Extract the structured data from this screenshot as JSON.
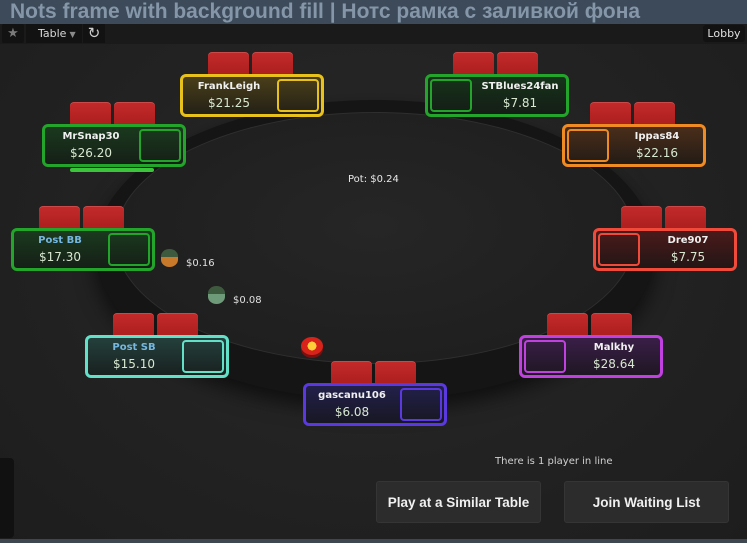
{
  "banner": {
    "text": "Nots frame with background fill | Нотс рамка с заливкой фона"
  },
  "toolbar": {
    "favorite_icon": "star-icon",
    "table_menu_label": "Table",
    "table_menu_caret": "▼",
    "refresh_icon": "↻",
    "star_glyph": "★",
    "lobby_label": "Lobby"
  },
  "pot": {
    "label": "Pot: $0.24"
  },
  "seats": [
    {
      "id": "frankleigh",
      "name": "FrankLeigh",
      "stack": "$21.25",
      "frame_color": "#e8c21a",
      "fill": "#4a3f1a",
      "slot_side": "right"
    },
    {
      "id": "stblues24fan",
      "name": "STBlues24fan",
      "stack": "$7.81",
      "frame_color": "#22a52a",
      "fill": "#16331a",
      "slot_side": "left"
    },
    {
      "id": "mrsnap30",
      "name": "MrSnap30",
      "stack": "$26.20",
      "frame_color": "#22a52a",
      "fill": "#1a3a1e",
      "slot_side": "right"
    },
    {
      "id": "ippas84",
      "name": "Ippas84",
      "stack": "$22.16",
      "frame_color": "#f08a22",
      "fill": "#4a2e1a",
      "slot_side": "left"
    },
    {
      "id": "post-bb",
      "name": "Post BB",
      "stack": "$17.30",
      "frame_color": "#22a52a",
      "fill": "#1a3a1e",
      "slot_side": "right",
      "is_action": true
    },
    {
      "id": "dre907",
      "name": "Dre907",
      "stack": "$7.75",
      "frame_color": "#ef4a3a",
      "fill": "#4a1a1a",
      "slot_side": "left"
    },
    {
      "id": "post-sb",
      "name": "Post SB",
      "stack": "$15.10",
      "frame_color": "#62e0c8",
      "fill": "#24403c",
      "slot_side": "right",
      "is_action": true
    },
    {
      "id": "malkhy",
      "name": "Malkhy",
      "stack": "$28.64",
      "frame_color": "#c040e0",
      "fill": "#3a1e48",
      "slot_side": "left"
    },
    {
      "id": "gascanu106",
      "name": "gascanu106",
      "stack": "$6.08",
      "frame_color": "#5a3ae0",
      "fill": "#22204a",
      "slot_side": "right"
    }
  ],
  "bets": [
    {
      "amount": "$0.16"
    },
    {
      "amount": "$0.08"
    }
  ],
  "waiting": {
    "status": "There is 1 player in line",
    "play_similar_label": "Play at a Similar Table",
    "join_waiting_label": "Join Waiting List"
  }
}
